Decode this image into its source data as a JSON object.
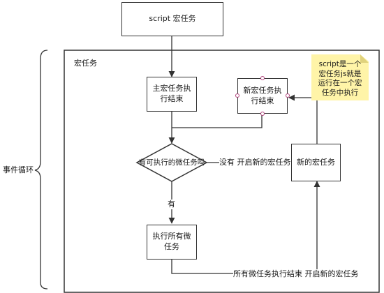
{
  "nodes": {
    "script": "script 宏任务",
    "container_title": "宏任务",
    "main_done": "主宏任务执行结束",
    "new_done": "新宏任务执行结束",
    "decision": "有可执行的微任务吗",
    "new_task": "新的宏任务",
    "exec_micro": "执行所有微任务",
    "note": "script是一个宏任务js就是运行在一个宏任务中执行"
  },
  "labels": {
    "event_loop": "事件循环",
    "no_branch": "没有 开启新的宏任务",
    "yes_branch": "有",
    "bottom_path": "所有微任务执行结束 开启新的宏任务"
  },
  "colors": {
    "stroke": "#333333",
    "note_fill": "#fff4a8",
    "handle": "#b0407a"
  }
}
